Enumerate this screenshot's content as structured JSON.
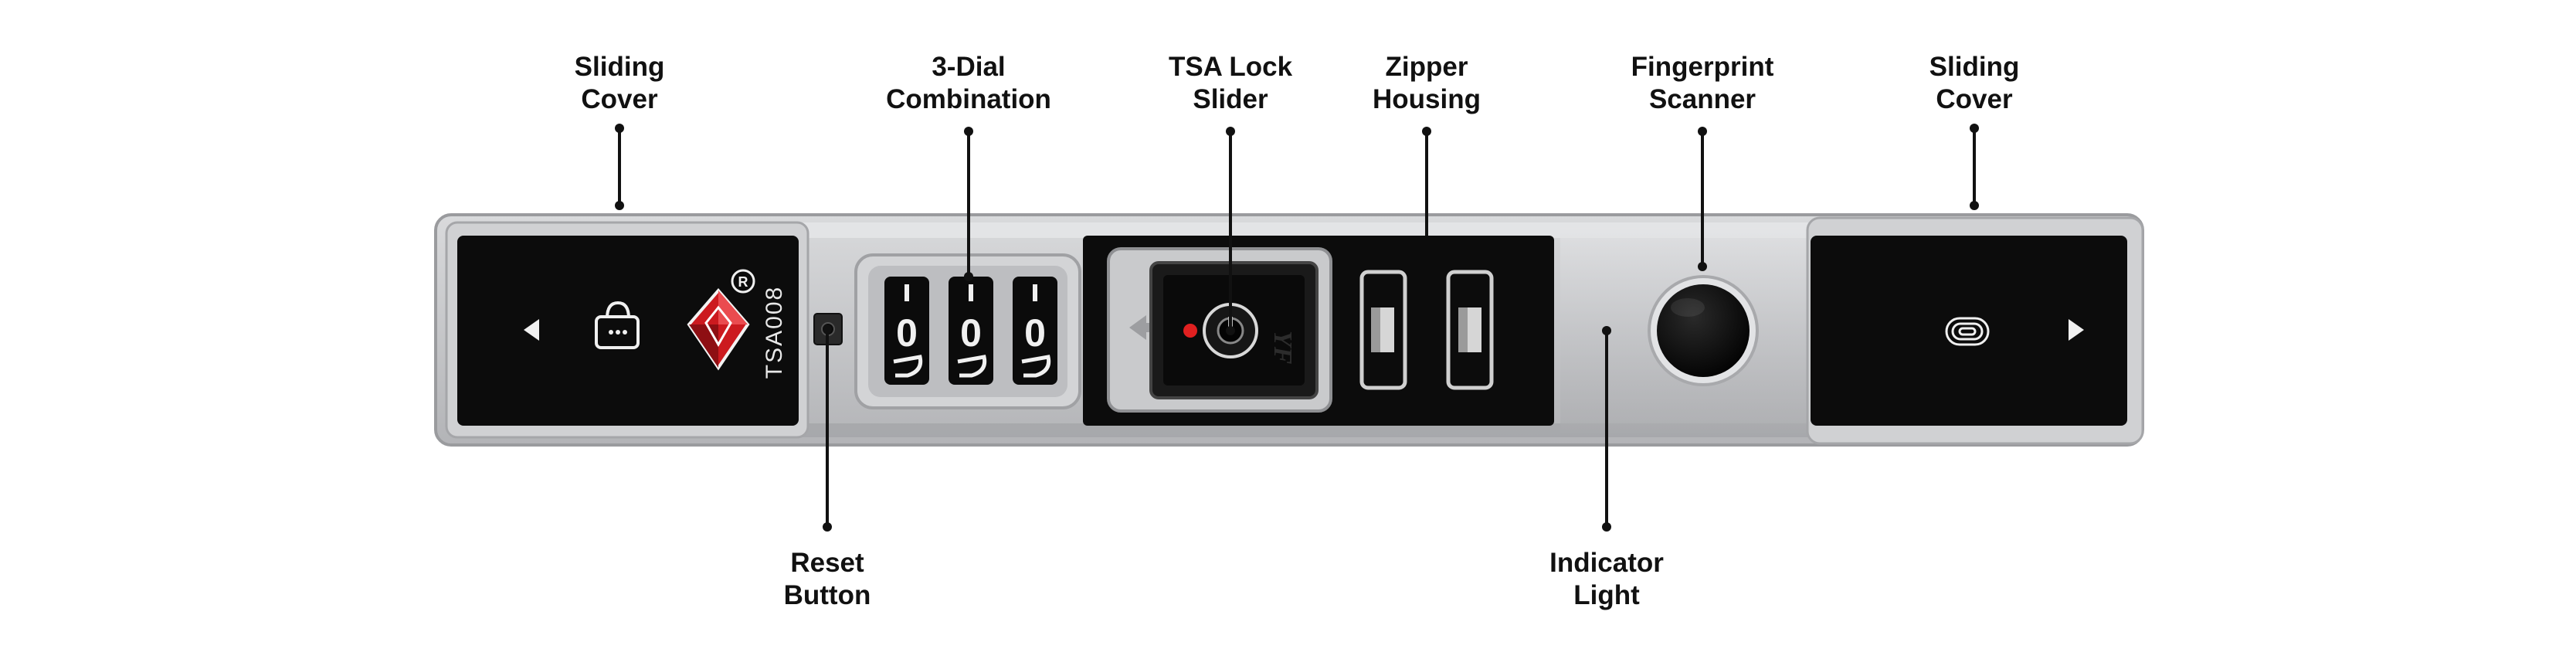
{
  "diagram": {
    "callouts": [
      {
        "id": "sliding-cover-left",
        "lines": [
          "Sliding",
          "Cover"
        ]
      },
      {
        "id": "three-dial-combination",
        "lines": [
          "3-Dial",
          "Combination"
        ]
      },
      {
        "id": "tsa-lock-slider",
        "lines": [
          "TSA Lock",
          "Slider"
        ]
      },
      {
        "id": "zipper-housing",
        "lines": [
          "Zipper",
          "Housing"
        ]
      },
      {
        "id": "fingerprint-scanner",
        "lines": [
          "Fingerprint",
          "Scanner"
        ]
      },
      {
        "id": "sliding-cover-right",
        "lines": [
          "Sliding",
          "Cover"
        ]
      },
      {
        "id": "reset-button",
        "lines": [
          "Reset",
          "Button"
        ]
      },
      {
        "id": "indicator-light",
        "lines": [
          "Indicator",
          "Light"
        ]
      }
    ],
    "device": {
      "model_text": "TSA008",
      "registered_mark": "R",
      "dial_digits": [
        "0",
        "0",
        "0"
      ]
    },
    "colors": {
      "body": "#c9cacc",
      "panel": "#0c0c0c",
      "accent_red": "#cc1a1f",
      "text": "#111111"
    }
  }
}
